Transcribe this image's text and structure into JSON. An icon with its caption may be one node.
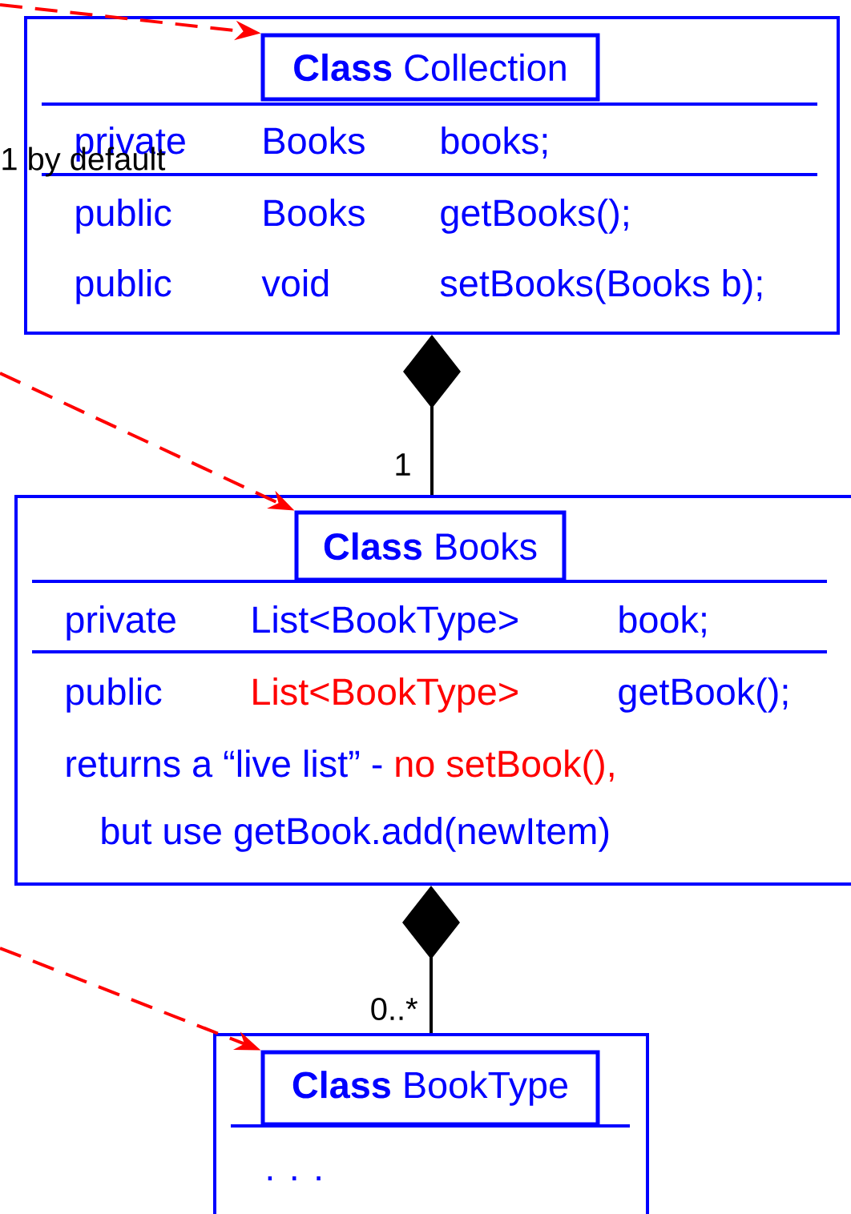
{
  "diagram": {
    "nodes": [
      {
        "text": [
          "private",
          "Books",
          "books;",
          "public",
          "Books",
          "getBooks();",
          "public",
          "void",
          "setBooks(Books b);"
        ]
      },
      {
        "text": [
          "**Class** Collection"
        ],
        "in": 0
      },
      {
        "text": [
          "private",
          "List<BookType>",
          "book;",
          "public",
          "List<BookType>",
          "getBook();",
          "returns a “live list” -",
          "no setBook(),",
          "but use getBook.add(newItem)"
        ]
      },
      {
        "text": [
          "**Class** Books"
        ],
        "in": 2
      },
      {
        "text": [
          ". . ."
        ]
      },
      {
        "text": [
          "**Class** BookType"
        ],
        "in": 4
      }
    ],
    "edges": [
      {
        "from": null,
        "to": 1,
        "arrow": "to",
        "style": "dashed",
        "color": "#ff0000"
      },
      {
        "from": null,
        "to": 3,
        "arrow": "to",
        "style": "dashed",
        "color": "#ff0000"
      },
      {
        "from": null,
        "to": 5,
        "arrow": "to",
        "style": "dashed",
        "color": "#ff0000"
      },
      {
        "from": 0,
        "to": 2,
        "arrow": "other",
        "label": "1",
        "color": "#000000"
      },
      {
        "from": 2,
        "to": 4,
        "arrow": "other",
        "label": "0..*",
        "color": "#000000"
      }
    ],
    "labels": [
      "1 by default"
    ]
  }
}
